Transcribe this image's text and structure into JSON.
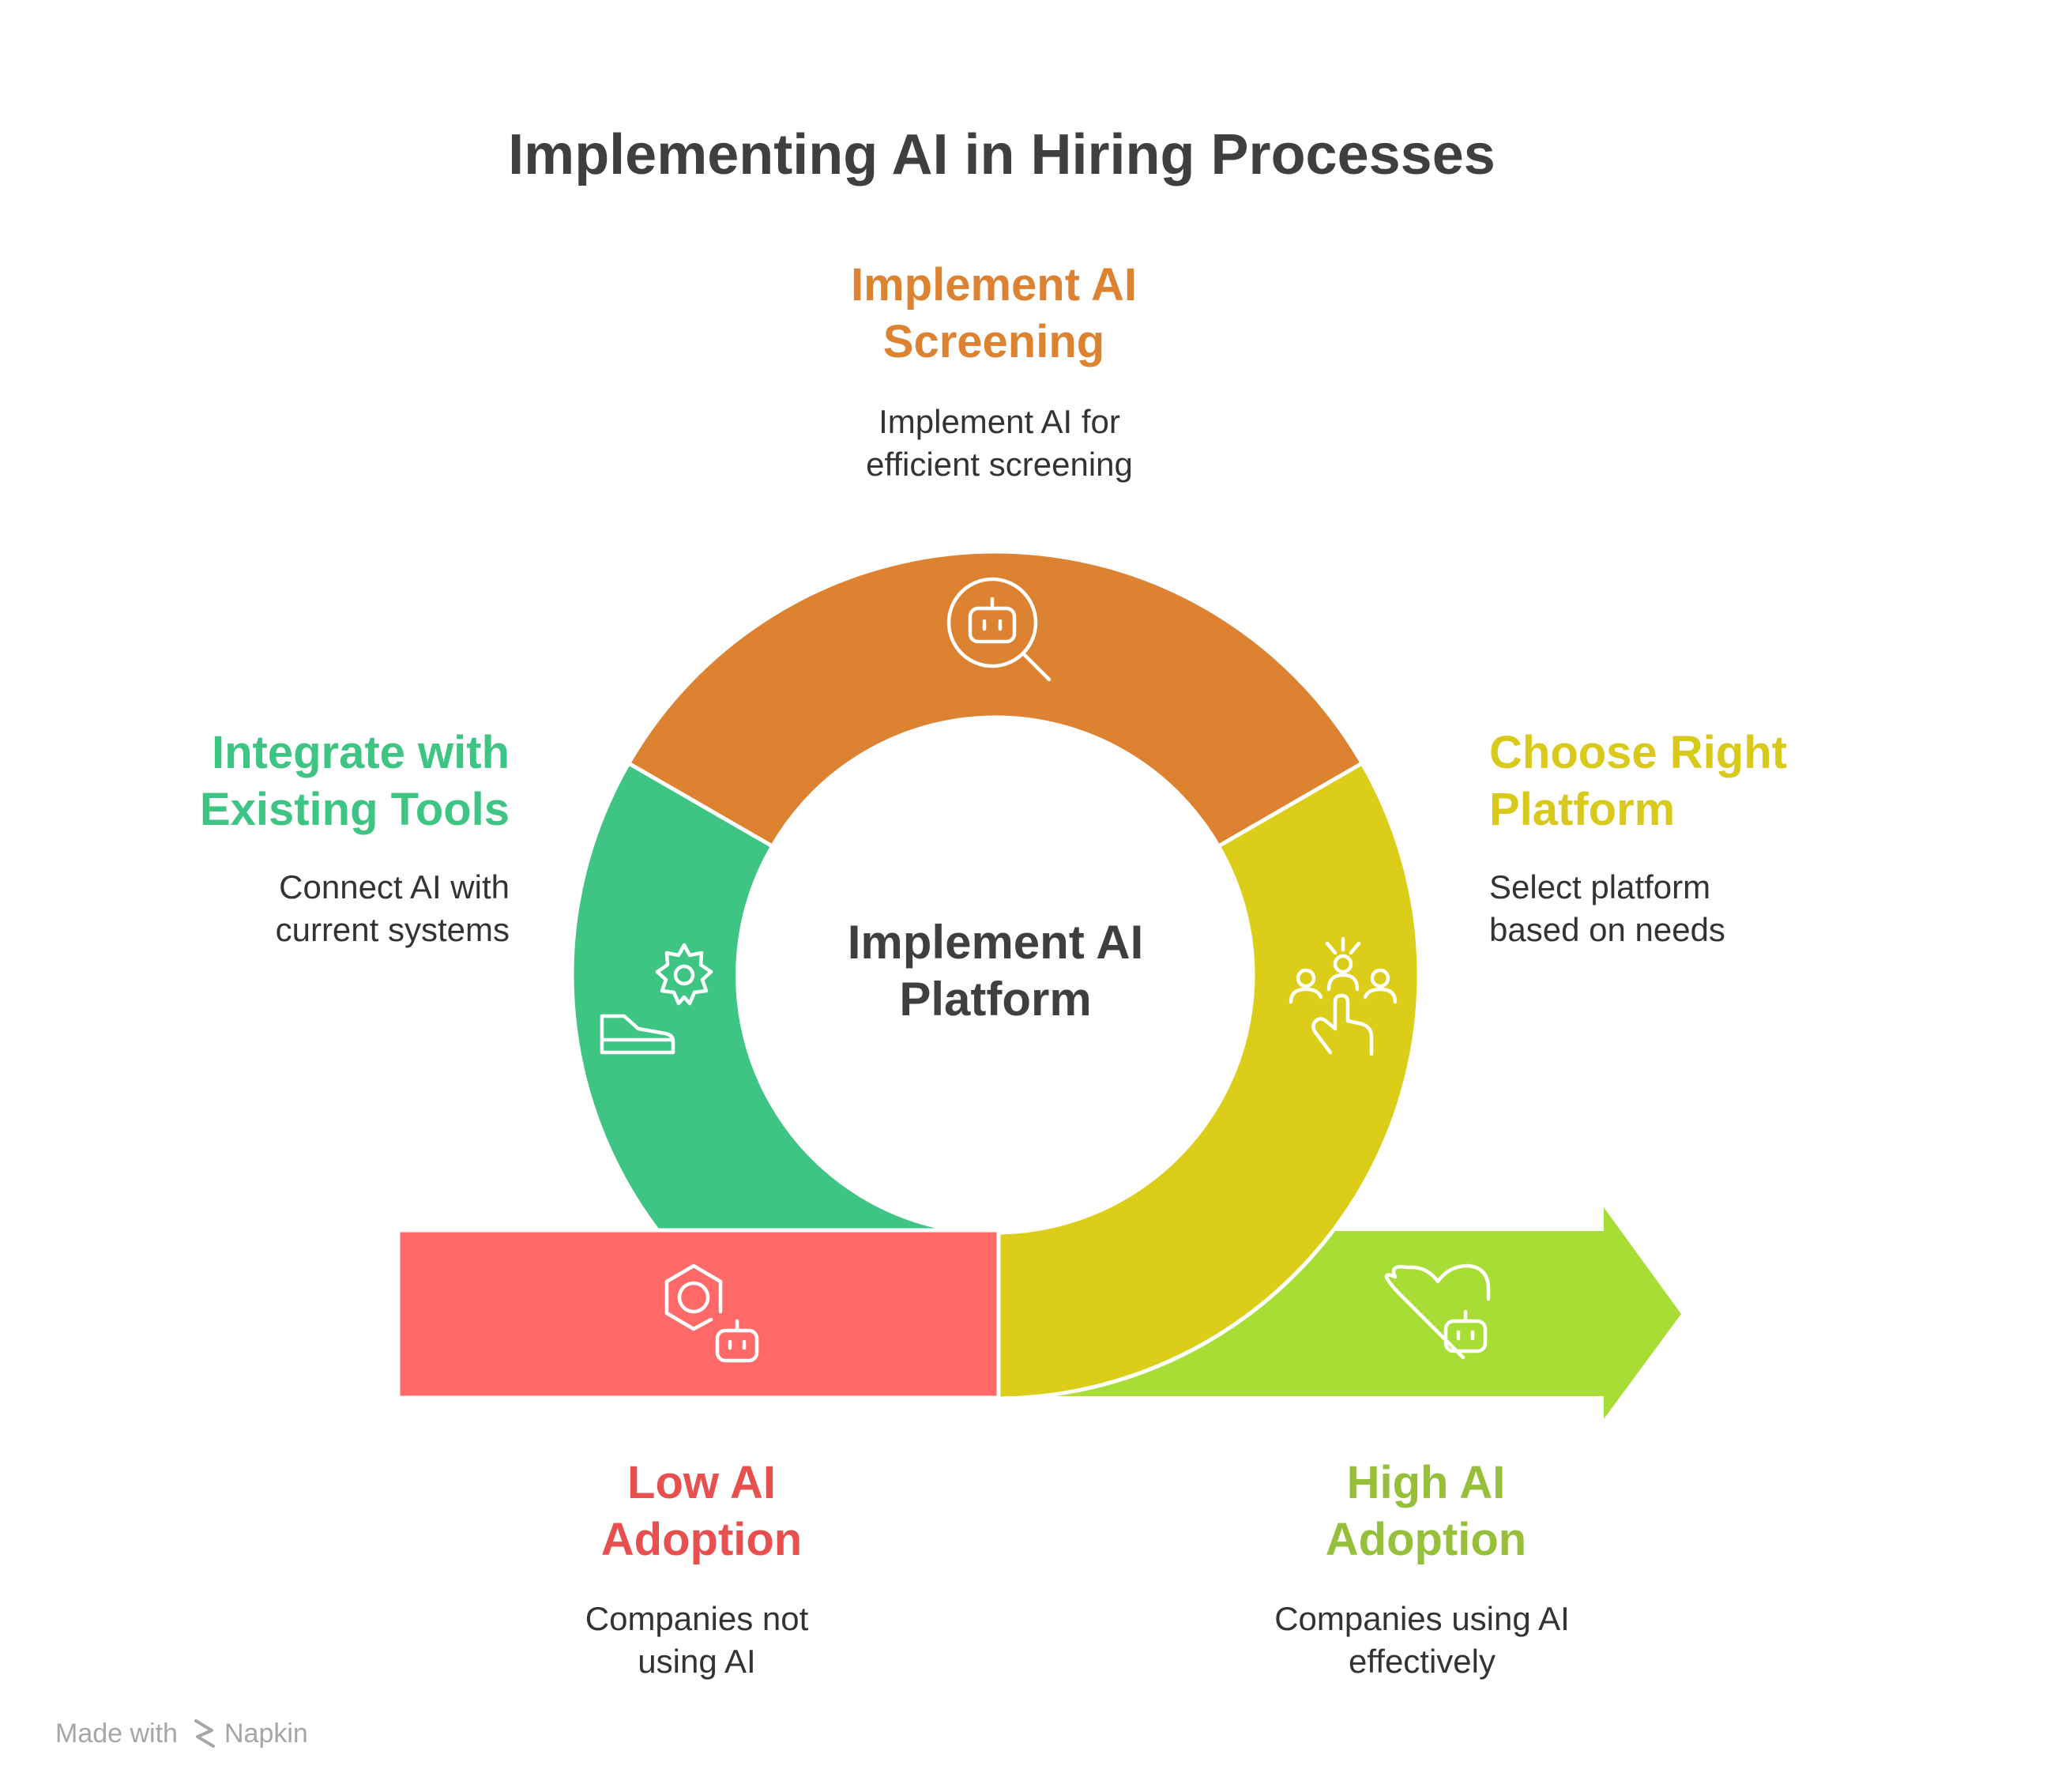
{
  "title": "Implementing AI in Hiring Processes",
  "center": {
    "line1": "Implement AI",
    "line2": "Platform"
  },
  "segments": {
    "screening": {
      "heading_line1": "Implement AI",
      "heading_line2": "Screening",
      "desc_line1": "Implement AI for",
      "desc_line2": "efficient screening",
      "color": "#DD8231",
      "text_color": "#DD8231",
      "icon": "robot-magnifier-icon"
    },
    "integrate": {
      "heading_line1": "Integrate with",
      "heading_line2": "Existing Tools",
      "desc_line1": "Connect AI with",
      "desc_line2": "current systems",
      "color": "#3EC584",
      "text_color": "#3EC584",
      "icon": "gear-hand-icon"
    },
    "platform": {
      "heading_line1": "Choose Right",
      "heading_line2": "Platform",
      "desc_line1": "Select platform",
      "desc_line2": "based on needs",
      "color": "#DCCD18",
      "text_color": "#D8C91B",
      "icon": "people-select-icon"
    },
    "low": {
      "heading_line1": "Low AI",
      "heading_line2": "Adoption",
      "desc_line1": "Companies not",
      "desc_line2": "using AI",
      "color": "#FF6A68",
      "text_color": "#E8504F",
      "icon": "hexagon-robot-icon"
    },
    "high": {
      "heading_line1": "High AI",
      "heading_line2": "Adoption",
      "desc_line1": "Companies using AI",
      "desc_line2": "effectively",
      "color": "#A8DD35",
      "text_color": "#97C03A",
      "icon": "heart-robot-icon"
    }
  },
  "footer": {
    "made_with": "Made with",
    "brand": "Napkin"
  }
}
